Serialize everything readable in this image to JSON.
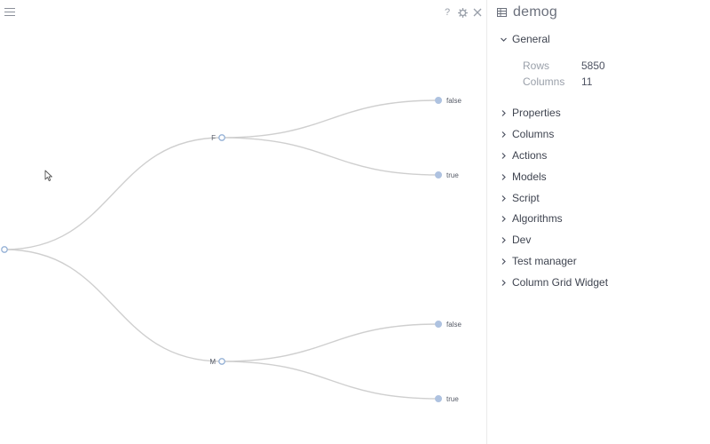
{
  "viewer": {
    "tree": {
      "root": "",
      "branches": [
        {
          "label": "F",
          "leaves": [
            "false",
            "true"
          ]
        },
        {
          "label": "M",
          "leaves": [
            "false",
            "true"
          ]
        }
      ]
    }
  },
  "panel": {
    "title": "demog",
    "general": {
      "label": "General",
      "rows_label": "Rows",
      "rows_value": "5850",
      "columns_label": "Columns",
      "columns_value": "11"
    },
    "sections": [
      "Properties",
      "Columns",
      "Actions",
      "Models",
      "Script",
      "Algorithms",
      "Dev",
      "Test manager",
      "Column Grid Widget"
    ]
  },
  "icons": {
    "menu": "hamburger-icon",
    "help": "question-icon",
    "settings": "gear-icon",
    "close": "close-icon",
    "table": "grid-icon",
    "cursor": "mouse-pointer-icon"
  }
}
